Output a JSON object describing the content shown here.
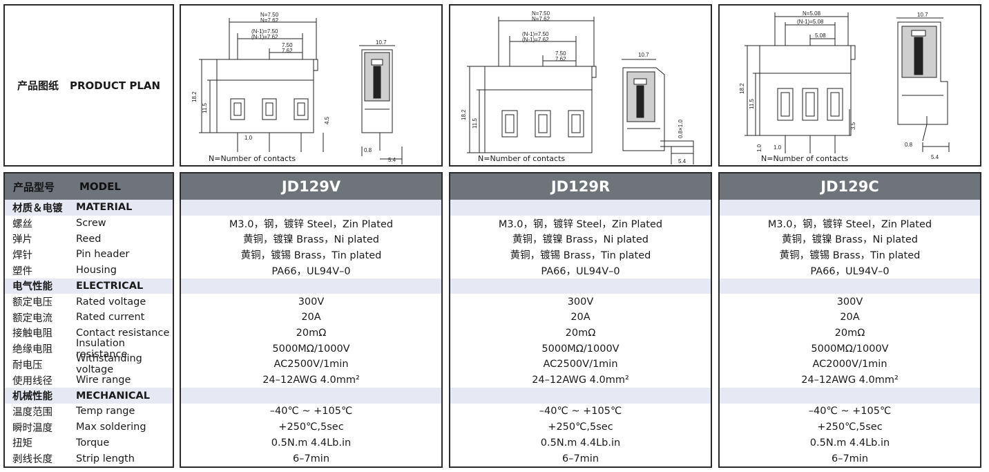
{
  "plan": {
    "label_zh": "产品图纸",
    "label_en": "PRODUCT PLAN",
    "caption": "N=Number of contacts"
  },
  "dims": {
    "v": {
      "n1": "N=7.50",
      "n2": "N=7.62",
      "m1": "(N-1)=7.50",
      "m2": "(N-1)=7.62",
      "p1": "7.50",
      "p2": "7.62",
      "h1": "18.2",
      "h2": "11.5",
      "h3": "4.5",
      "pin": "1.0",
      "side_w": "10.7",
      "side_b": "0.8",
      "side_c": "5.4"
    },
    "r": {
      "n1": "N=7.50",
      "n2": "N=7.62",
      "m1": "(N-1)=7.50",
      "m2": "(N-1)=7.62",
      "p1": "7.50",
      "p2": "7.62",
      "h1": "18.2",
      "h2": "11.5",
      "side_w": "10.7",
      "side_d": "0.8×1.0",
      "side_c": "5.4"
    },
    "c": {
      "n1": "N=5.08",
      "m1": "(N-1)=5.08",
      "p1": "5.08",
      "h1": "18.2",
      "h2": "11.5",
      "h3": "3.5",
      "h4": "1.0",
      "pin": "1.0",
      "side_w": "10.7",
      "side_b": "0.8",
      "side_c": "5.4"
    }
  },
  "table": {
    "header": {
      "zh": "产品型号",
      "en": "MODEL"
    },
    "models": [
      "JD129V",
      "JD129R",
      "JD129C"
    ],
    "rows": [
      {
        "zh": "材质＆电镀",
        "en": "MATERIAL",
        "section": true,
        "values": [
          "",
          "",
          ""
        ]
      },
      {
        "zh": "螺丝",
        "en": "Screw",
        "values": [
          "M3.0，钢，镀锌 Steel，Zin Plated",
          "M3.0，钢，镀锌 Steel，Zin Plated",
          "M3.0，钢，镀锌 Steel，Zin Plated"
        ]
      },
      {
        "zh": "弹片",
        "en": "Reed",
        "values": [
          "黄铜，镀镍 Brass，Ni plated",
          "黄铜，镀镍 Brass，Ni plated",
          "黄铜，镀镍 Brass，Ni plated"
        ]
      },
      {
        "zh": "焊针",
        "en": "Pin header",
        "values": [
          "黄铜，镀锡 Brass，Tin plated",
          "黄铜，镀锡 Brass，Tin plated",
          "黄铜，镀锡 Brass，Tin plated"
        ]
      },
      {
        "zh": "塑件",
        "en": "Housing",
        "values": [
          "PA66，UL94V–0",
          "PA66，UL94V–0",
          "PA66，UL94V–0"
        ]
      },
      {
        "zh": "电气性能",
        "en": "ELECTRICAL",
        "section": true,
        "values": [
          "",
          "",
          ""
        ]
      },
      {
        "zh": "额定电压",
        "en": "Rated voltage",
        "values": [
          "300V",
          "300V",
          "300V"
        ]
      },
      {
        "zh": "额定电流",
        "en": "Rated current",
        "values": [
          "20A",
          "20A",
          "20A"
        ]
      },
      {
        "zh": "接触电阻",
        "en": "Contact resistance",
        "values": [
          "20mΩ",
          "20mΩ",
          "20mΩ"
        ]
      },
      {
        "zh": "绝缘电阻",
        "en": "Insulation resistance",
        "values": [
          "5000MΩ/1000V",
          "5000MΩ/1000V",
          "5000MΩ/1000V"
        ]
      },
      {
        "zh": "耐电压",
        "en": "Withstanding voltage",
        "values": [
          "AC2500V/1min",
          "AC2500V/1min",
          "AC2000V/1min"
        ]
      },
      {
        "zh": "使用线径",
        "en": "Wire range",
        "values": [
          "24–12AWG 4.0mm²",
          "24–12AWG 4.0mm²",
          "24–12AWG 4.0mm²"
        ]
      },
      {
        "zh": "机械性能",
        "en": "MECHANICAL",
        "section": true,
        "values": [
          "",
          "",
          ""
        ]
      },
      {
        "zh": "温度范围",
        "en": "Temp range",
        "values": [
          "–40℃ ~ +105℃",
          "–40℃ ~ +105℃",
          "–40℃ ~ +105℃"
        ]
      },
      {
        "zh": "瞬时温度",
        "en": "Max soldering",
        "values": [
          "+250℃,5sec",
          "+250℃,5sec",
          "+250℃,5sec"
        ]
      },
      {
        "zh": "扭矩",
        "en": "Torque",
        "values": [
          "0.5N.m 4.4Lb.in",
          "0.5N.m 4.4Lb.in",
          "0.5N.m 4.4Lb.in"
        ]
      },
      {
        "zh": "剥线长度",
        "en": "Strip length",
        "values": [
          "6–7min",
          "6–7min",
          "6–7min"
        ]
      }
    ]
  }
}
